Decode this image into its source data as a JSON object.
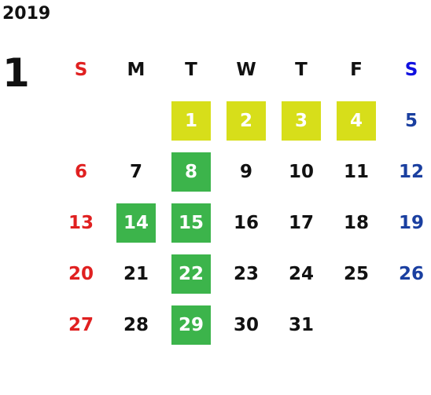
{
  "year": "2019",
  "month": "1",
  "colors": {
    "sunday": "#e02020",
    "saturday": "#1a3fa0",
    "saturday_header": "#1010e0",
    "weekday": "#111111",
    "holiday_bg": "#d7de1a",
    "highlight_bg": "#3cb44b",
    "highlight_text": "#ffffff"
  },
  "weekdays": [
    "S",
    "M",
    "T",
    "W",
    "T",
    "F",
    "S"
  ],
  "weeks": [
    [
      {
        "d": ""
      },
      {
        "d": ""
      },
      {
        "d": "1",
        "hl": "yellow"
      },
      {
        "d": "2",
        "hl": "yellow"
      },
      {
        "d": "3",
        "hl": "yellow"
      },
      {
        "d": "4",
        "hl": "yellow"
      },
      {
        "d": "5"
      }
    ],
    [
      {
        "d": "6"
      },
      {
        "d": "7"
      },
      {
        "d": "8",
        "hl": "green"
      },
      {
        "d": "9"
      },
      {
        "d": "10"
      },
      {
        "d": "11"
      },
      {
        "d": "12"
      }
    ],
    [
      {
        "d": "13"
      },
      {
        "d": "14",
        "hl": "green"
      },
      {
        "d": "15",
        "hl": "green"
      },
      {
        "d": "16"
      },
      {
        "d": "17"
      },
      {
        "d": "18"
      },
      {
        "d": "19"
      }
    ],
    [
      {
        "d": "20"
      },
      {
        "d": "21"
      },
      {
        "d": "22",
        "hl": "green"
      },
      {
        "d": "23"
      },
      {
        "d": "24"
      },
      {
        "d": "25"
      },
      {
        "d": "26"
      }
    ],
    [
      {
        "d": "27"
      },
      {
        "d": "28"
      },
      {
        "d": "29",
        "hl": "green"
      },
      {
        "d": "30"
      },
      {
        "d": "31"
      },
      {
        "d": ""
      },
      {
        "d": ""
      }
    ]
  ]
}
